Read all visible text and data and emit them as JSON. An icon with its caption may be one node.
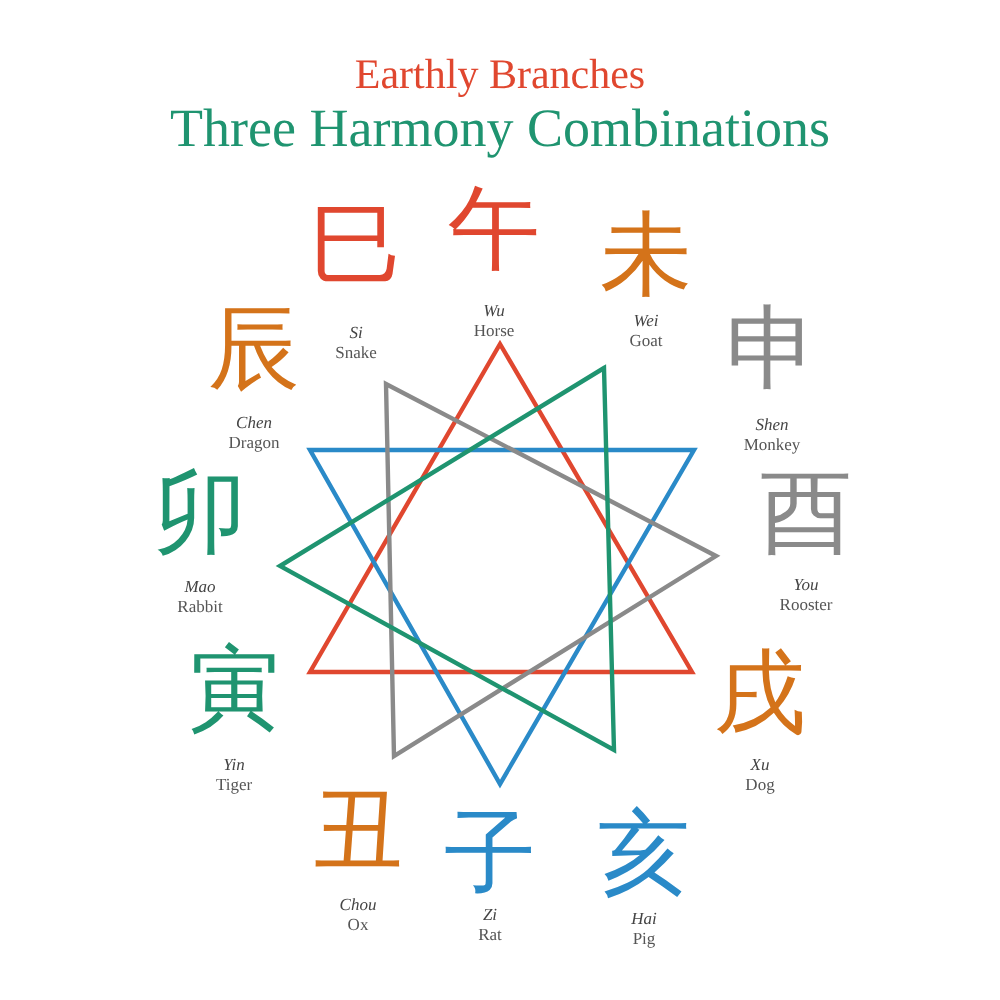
{
  "diagram": {
    "title": "Earthly Branches",
    "labels": [
      "Three Harmony Combinations",
      "巳",
      "Si",
      "Snake",
      "午",
      "Wu",
      "Horse",
      "未",
      "Wei",
      "Goat",
      "辰",
      "Chen",
      "Dragon",
      "申",
      "Shen",
      "Monkey",
      "卯",
      "Mao",
      "Rabbit",
      "酉",
      "You",
      "Rooster",
      "寅",
      "Yin",
      "Tiger",
      "戌",
      "Xu",
      "Dog",
      "丑",
      "Chou",
      "Ox",
      "子",
      "Zi",
      "Rat",
      "亥",
      "Hai",
      "Pig"
    ]
  }
}
